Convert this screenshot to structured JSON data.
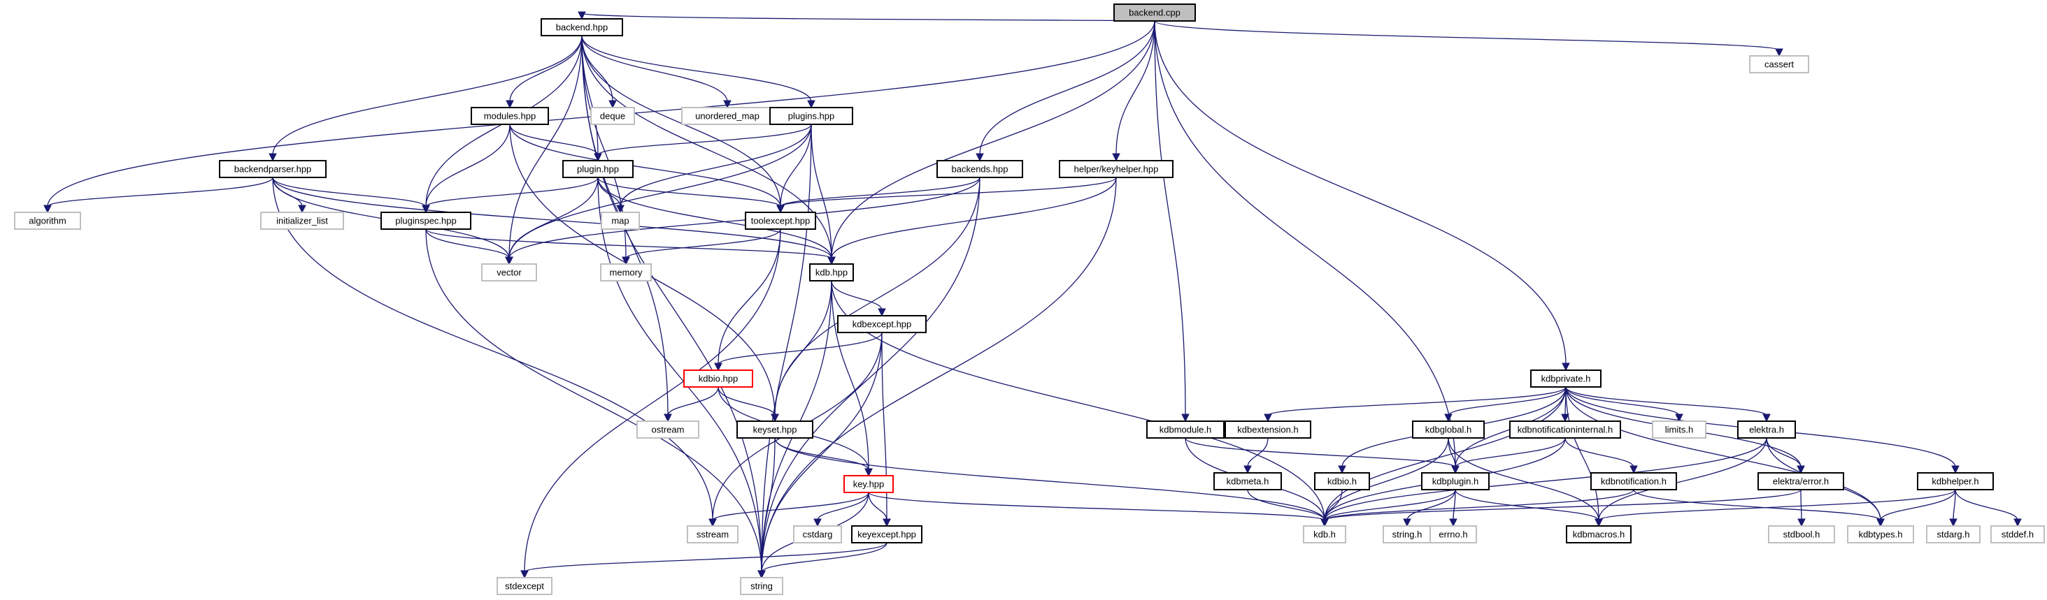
{
  "title": "backend.cpp include dependency graph",
  "legend_colors": {
    "edge": "#191970",
    "root_fill": "#bfbfbf",
    "project_border": "#000000",
    "system_border": "#bfbfbf",
    "truncated_border": "#ff0000"
  },
  "nodes": [
    {
      "id": "backend_cpp",
      "label": "backend.cpp",
      "kind": "root"
    },
    {
      "id": "backend_hpp",
      "label": "backend.hpp",
      "kind": "project"
    },
    {
      "id": "cassert",
      "label": "cassert",
      "kind": "system"
    },
    {
      "id": "algorithm",
      "label": "algorithm",
      "kind": "system"
    },
    {
      "id": "modules_hpp",
      "label": "modules.hpp",
      "kind": "project"
    },
    {
      "id": "deque",
      "label": "deque",
      "kind": "system"
    },
    {
      "id": "unordered_map",
      "label": "unordered_map",
      "kind": "system"
    },
    {
      "id": "plugins_hpp",
      "label": "plugins.hpp",
      "kind": "project"
    },
    {
      "id": "backendparser_hpp",
      "label": "backendparser.hpp",
      "kind": "project"
    },
    {
      "id": "plugin_hpp",
      "label": "plugin.hpp",
      "kind": "project"
    },
    {
      "id": "backends_hpp",
      "label": "backends.hpp",
      "kind": "project"
    },
    {
      "id": "keyhelper_hpp",
      "label": "helper/keyhelper.hpp",
      "kind": "project"
    },
    {
      "id": "initializer_list",
      "label": "initializer_list",
      "kind": "system"
    },
    {
      "id": "pluginspec_hpp",
      "label": "pluginspec.hpp",
      "kind": "project"
    },
    {
      "id": "map",
      "label": "map",
      "kind": "system"
    },
    {
      "id": "toolexcept_hpp",
      "label": "toolexcept.hpp",
      "kind": "project"
    },
    {
      "id": "vector",
      "label": "vector",
      "kind": "system"
    },
    {
      "id": "memory",
      "label": "memory",
      "kind": "system"
    },
    {
      "id": "kdb_hpp",
      "label": "kdb.hpp",
      "kind": "project"
    },
    {
      "id": "kdbexcept_hpp",
      "label": "kdbexcept.hpp",
      "kind": "project"
    },
    {
      "id": "kdbio_hpp",
      "label": "kdbio.hpp",
      "kind": "truncated"
    },
    {
      "id": "ostream",
      "label": "ostream",
      "kind": "system"
    },
    {
      "id": "keyset_hpp",
      "label": "keyset.hpp",
      "kind": "project"
    },
    {
      "id": "key_hpp",
      "label": "key.hpp",
      "kind": "truncated"
    },
    {
      "id": "sstream",
      "label": "sstream",
      "kind": "system"
    },
    {
      "id": "cstdarg",
      "label": "cstdarg",
      "kind": "system"
    },
    {
      "id": "keyexcept_hpp",
      "label": "keyexcept.hpp",
      "kind": "project"
    },
    {
      "id": "stdexcept",
      "label": "stdexcept",
      "kind": "system"
    },
    {
      "id": "string",
      "label": "string",
      "kind": "system"
    },
    {
      "id": "kdbprivate_h",
      "label": "kdbprivate.h",
      "kind": "project"
    },
    {
      "id": "kdbmodule_h",
      "label": "kdbmodule.h",
      "kind": "project"
    },
    {
      "id": "kdbextension_h",
      "label": "kdbextension.h",
      "kind": "project"
    },
    {
      "id": "kdbglobal_h",
      "label": "kdbglobal.h",
      "kind": "project"
    },
    {
      "id": "kdbnotificationinternal_h",
      "label": "kdbnotificationinternal.h",
      "kind": "project"
    },
    {
      "id": "limits_h",
      "label": "limits.h",
      "kind": "system"
    },
    {
      "id": "elektra_h",
      "label": "elektra.h",
      "kind": "project"
    },
    {
      "id": "kdbmeta_h",
      "label": "kdbmeta.h",
      "kind": "project"
    },
    {
      "id": "kdbio_h",
      "label": "kdbio.h",
      "kind": "project"
    },
    {
      "id": "kdbplugin_h",
      "label": "kdbplugin.h",
      "kind": "project"
    },
    {
      "id": "kdbnotification_h",
      "label": "kdbnotification.h",
      "kind": "project"
    },
    {
      "id": "elektra_error_h",
      "label": "elektra/error.h",
      "kind": "project"
    },
    {
      "id": "kdbhelper_h",
      "label": "kdbhelper.h",
      "kind": "project"
    },
    {
      "id": "kdb_h",
      "label": "kdb.h",
      "kind": "system"
    },
    {
      "id": "string_h",
      "label": "string.h",
      "kind": "system"
    },
    {
      "id": "errno_h",
      "label": "errno.h",
      "kind": "system"
    },
    {
      "id": "kdbmacros_h",
      "label": "kdbmacros.h",
      "kind": "project"
    },
    {
      "id": "stdbool_h",
      "label": "stdbool.h",
      "kind": "system"
    },
    {
      "id": "kdbtypes_h",
      "label": "kdbtypes.h",
      "kind": "system"
    },
    {
      "id": "stdarg_h",
      "label": "stdarg.h",
      "kind": "system"
    },
    {
      "id": "stddef_h",
      "label": "stddef.h",
      "kind": "system"
    }
  ],
  "edges": [
    [
      "backend_cpp",
      "backend_hpp"
    ],
    [
      "backend_cpp",
      "cassert"
    ],
    [
      "backend_cpp",
      "algorithm"
    ],
    [
      "backend_cpp",
      "backends_hpp"
    ],
    [
      "backend_cpp",
      "keyhelper_hpp"
    ],
    [
      "backend_cpp",
      "kdb_hpp"
    ],
    [
      "backend_cpp",
      "kdbmodule_h"
    ],
    [
      "backend_cpp",
      "kdbprivate_h"
    ],
    [
      "backend_cpp",
      "kdbplugin_h"
    ],
    [
      "backend_hpp",
      "modules_hpp"
    ],
    [
      "backend_hpp",
      "deque"
    ],
    [
      "backend_hpp",
      "unordered_map"
    ],
    [
      "backend_hpp",
      "plugins_hpp"
    ],
    [
      "backend_hpp",
      "backendparser_hpp"
    ],
    [
      "backend_hpp",
      "plugin_hpp"
    ],
    [
      "backend_hpp",
      "pluginspec_hpp"
    ],
    [
      "backend_hpp",
      "toolexcept_hpp"
    ],
    [
      "backend_hpp",
      "vector"
    ],
    [
      "backend_hpp",
      "memory"
    ],
    [
      "backend_hpp",
      "kdb_hpp"
    ],
    [
      "backend_hpp",
      "ostream"
    ],
    [
      "backend_hpp",
      "string"
    ],
    [
      "modules_hpp",
      "plugin_hpp"
    ],
    [
      "modules_hpp",
      "pluginspec_hpp"
    ],
    [
      "modules_hpp",
      "toolexcept_hpp"
    ],
    [
      "modules_hpp",
      "keyset_hpp"
    ],
    [
      "plugins_hpp",
      "plugin_hpp"
    ],
    [
      "plugins_hpp",
      "map"
    ],
    [
      "plugins_hpp",
      "toolexcept_hpp"
    ],
    [
      "plugins_hpp",
      "kdb_hpp"
    ],
    [
      "plugins_hpp",
      "vector"
    ],
    [
      "plugins_hpp",
      "string"
    ],
    [
      "backendparser_hpp",
      "algorithm"
    ],
    [
      "backendparser_hpp",
      "initializer_list"
    ],
    [
      "backendparser_hpp",
      "pluginspec_hpp"
    ],
    [
      "backendparser_hpp",
      "vector"
    ],
    [
      "backendparser_hpp",
      "kdb_hpp"
    ],
    [
      "backendparser_hpp",
      "sstream"
    ],
    [
      "plugin_hpp",
      "pluginspec_hpp"
    ],
    [
      "plugin_hpp",
      "map"
    ],
    [
      "plugin_hpp",
      "toolexcept_hpp"
    ],
    [
      "plugin_hpp",
      "vector"
    ],
    [
      "plugin_hpp",
      "kdb_hpp"
    ],
    [
      "plugin_hpp",
      "string"
    ],
    [
      "backends_hpp",
      "toolexcept_hpp"
    ],
    [
      "backends_hpp",
      "vector"
    ],
    [
      "backends_hpp",
      "keyset_hpp"
    ],
    [
      "backends_hpp",
      "string"
    ],
    [
      "keyhelper_hpp",
      "toolexcept_hpp"
    ],
    [
      "keyhelper_hpp",
      "kdb_hpp"
    ],
    [
      "keyhelper_hpp",
      "string"
    ],
    [
      "pluginspec_hpp",
      "vector"
    ],
    [
      "pluginspec_hpp",
      "kdb_hpp"
    ],
    [
      "pluginspec_hpp",
      "string"
    ],
    [
      "toolexcept_hpp",
      "memory"
    ],
    [
      "toolexcept_hpp",
      "kdbio_hpp"
    ],
    [
      "toolexcept_hpp",
      "stdexcept"
    ],
    [
      "kdb_hpp",
      "kdbexcept_hpp"
    ],
    [
      "kdb_hpp",
      "keyset_hpp"
    ],
    [
      "kdb_hpp",
      "key_hpp"
    ],
    [
      "kdb_hpp",
      "kdb_h"
    ],
    [
      "kdb_hpp",
      "string"
    ],
    [
      "kdbexcept_hpp",
      "kdbio_hpp"
    ],
    [
      "kdbexcept_hpp",
      "keyexcept_hpp"
    ],
    [
      "kdbexcept_hpp",
      "sstream"
    ],
    [
      "kdbexcept_hpp",
      "string"
    ],
    [
      "kdbio_hpp",
      "ostream"
    ],
    [
      "kdbio_hpp",
      "keyset_hpp"
    ],
    [
      "kdbio_hpp",
      "key_hpp"
    ],
    [
      "keyset_hpp",
      "key_hpp"
    ],
    [
      "keyset_hpp",
      "kdb_h"
    ],
    [
      "keyset_hpp",
      "string"
    ],
    [
      "key_hpp",
      "sstream"
    ],
    [
      "key_hpp",
      "cstdarg"
    ],
    [
      "key_hpp",
      "keyexcept_hpp"
    ],
    [
      "key_hpp",
      "string"
    ],
    [
      "key_hpp",
      "kdb_h"
    ],
    [
      "keyexcept_hpp",
      "stdexcept"
    ],
    [
      "keyexcept_hpp",
      "string"
    ],
    [
      "kdbprivate_h",
      "kdbextension_h"
    ],
    [
      "kdbprivate_h",
      "kdbglobal_h"
    ],
    [
      "kdbprivate_h",
      "kdbnotificationinternal_h"
    ],
    [
      "kdbprivate_h",
      "limits_h"
    ],
    [
      "kdbprivate_h",
      "elektra_h"
    ],
    [
      "kdbprivate_h",
      "kdbio_h"
    ],
    [
      "kdbprivate_h",
      "kdbplugin_h"
    ],
    [
      "kdbprivate_h",
      "kdb_h"
    ],
    [
      "kdbprivate_h",
      "kdbmacros_h"
    ],
    [
      "kdbprivate_h",
      "elektra_error_h"
    ],
    [
      "kdbprivate_h",
      "kdbtypes_h"
    ],
    [
      "kdbprivate_h",
      "kdbhelper_h"
    ],
    [
      "kdbmodule_h",
      "kdbplugin_h"
    ],
    [
      "kdbmodule_h",
      "kdb_h"
    ],
    [
      "kdbextension_h",
      "kdbmeta_h"
    ],
    [
      "kdbglobal_h",
      "kdbplugin_h"
    ],
    [
      "kdbglobal_h",
      "kdb_h"
    ],
    [
      "kdbglobal_h",
      "kdbmacros_h"
    ],
    [
      "kdbnotificationinternal_h",
      "kdbplugin_h"
    ],
    [
      "kdbnotificationinternal_h",
      "kdbnotification_h"
    ],
    [
      "kdbnotificationinternal_h",
      "kdb_h"
    ],
    [
      "elektra_h",
      "elektra_error_h"
    ],
    [
      "elektra_h",
      "kdb_h"
    ],
    [
      "elektra_h",
      "kdbmacros_h"
    ],
    [
      "elektra_h",
      "kdbtypes_h"
    ],
    [
      "kdbmeta_h",
      "kdb_h"
    ],
    [
      "kdbio_h",
      "kdb_h"
    ],
    [
      "kdbplugin_h",
      "kdb_h"
    ],
    [
      "kdbplugin_h",
      "string_h"
    ],
    [
      "kdbplugin_h",
      "errno_h"
    ],
    [
      "kdbplugin_h",
      "kdbmacros_h"
    ],
    [
      "kdbnotification_h",
      "kdb_h"
    ],
    [
      "kdbnotification_h",
      "kdbtypes_h"
    ],
    [
      "elektra_error_h",
      "kdb_h"
    ],
    [
      "elektra_error_h",
      "stdbool_h"
    ],
    [
      "kdbhelper_h",
      "kdbmacros_h"
    ],
    [
      "kdbhelper_h",
      "kdbtypes_h"
    ],
    [
      "kdbhelper_h",
      "stdarg_h"
    ],
    [
      "kdbhelper_h",
      "stddef_h"
    ]
  ]
}
